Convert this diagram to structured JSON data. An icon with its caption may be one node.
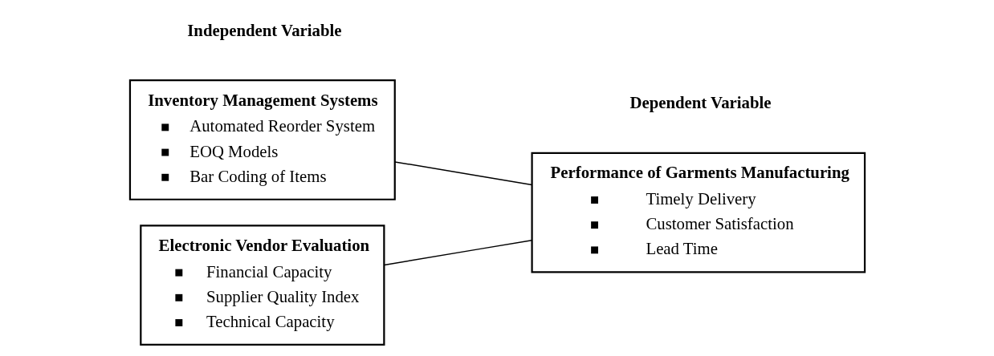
{
  "diagram": {
    "nodes": [
      {
        "text": [
          "Inventory Management Systems",
          "Automated Reorder System",
          "EOQ Models",
          "Bar Coding of Items"
        ]
      },
      {
        "text": [
          "Electronic Vendor Evaluation",
          "Financial Capacity",
          "Supplier Quality Index",
          "Technical Capacity"
        ]
      },
      {
        "text": [
          "Performance of Garments Manufacturing",
          "Timely Delivery",
          "Customer Satisfaction",
          "Lead Time"
        ]
      }
    ],
    "edges": [
      {
        "from": 0,
        "to": 2,
        "arrow": "none"
      },
      {
        "from": 1,
        "to": 2,
        "arrow": "none"
      }
    ],
    "labels": [
      "Independent Variable",
      "Dependent Variable"
    ]
  }
}
